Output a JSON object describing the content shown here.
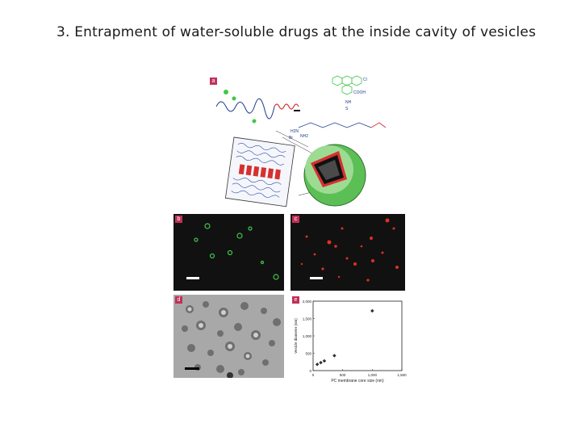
{
  "slide": {
    "title": "3. Entrapment of water-soluble drugs at the inside cavity of vesicles"
  },
  "figure": {
    "panels": [
      {
        "label": "a"
      },
      {
        "label": "b"
      },
      {
        "label": "c"
      },
      {
        "label": "d"
      },
      {
        "label": "e"
      }
    ],
    "chem_labels": {
      "cl": "Cl",
      "cooh": "COOH",
      "nh": "NH",
      "s": "S",
      "h2n": "H2N",
      "nh2": "NH2",
      "br": "Br"
    }
  },
  "colors": {
    "panel_label": "#c0305a",
    "fluor_green": "#3ec84a",
    "fluor_red": "#e03020",
    "chem_blue": "#1a3a8c"
  },
  "chart_data": {
    "type": "scatter",
    "x": [
      70,
      130,
      190,
      360,
      1000
    ],
    "y": [
      180,
      230,
      280,
      430,
      1720
    ],
    "xticks": [
      "0",
      "500",
      "1,000",
      "1,500"
    ],
    "yticks": [
      "0",
      "500",
      "1,000",
      "1,500",
      "2,000"
    ],
    "xlim": [
      0,
      1500
    ],
    "ylim": [
      0,
      2000
    ],
    "xlabel": "PC membrane core size (nm)",
    "ylabel": "Vesicle diameter (nm)"
  }
}
